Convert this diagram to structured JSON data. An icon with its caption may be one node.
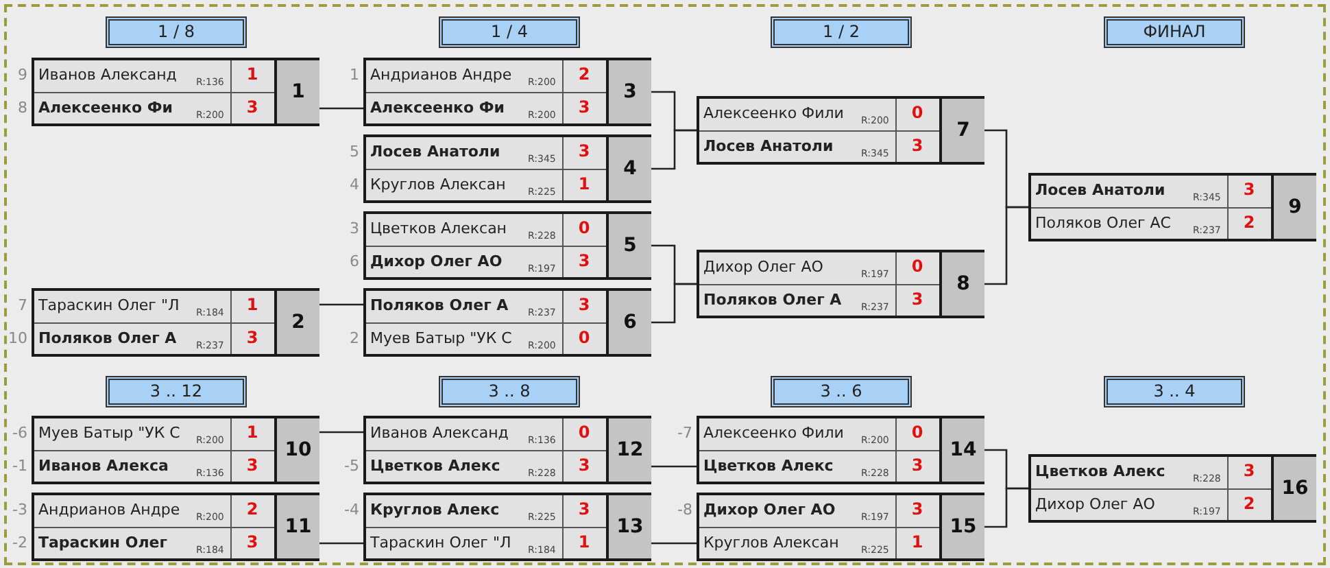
{
  "diagram": {
    "nodes": [
      {
        "text": [
          "1 / 8"
        ]
      },
      {
        "text": [
          "1 / 4"
        ]
      },
      {
        "text": [
          "1 / 2"
        ]
      },
      {
        "text": [
          "ФИНАЛ"
        ]
      },
      {
        "text": [
          "Иванов Александ",
          "R:136",
          "1",
          "Алексеенко Фи",
          "R:200",
          "3",
          "1"
        ],
        "beside": [
          "9",
          "8"
        ]
      },
      {
        "text": [
          "Тараскин Олег \"Л",
          "R:184",
          "1",
          "Поляков Олег А",
          "R:237",
          "3",
          "2"
        ],
        "beside": [
          "7",
          "10"
        ]
      },
      {
        "text": [
          "Андрианов Андре",
          "R:200",
          "2",
          "Алексеенко Фи",
          "R:200",
          "3",
          "3"
        ],
        "beside": [
          "1"
        ]
      },
      {
        "text": [
          "Лосев Анатоли",
          "R:345",
          "3",
          "Круглов Алексан",
          "R:225",
          "1",
          "4"
        ],
        "beside": [
          "5",
          "4"
        ]
      },
      {
        "text": [
          "Цветков Алексан",
          "R:228",
          "0",
          "Дихор Олег АО",
          "R:197",
          "3",
          "5"
        ],
        "beside": [
          "3",
          "6"
        ]
      },
      {
        "text": [
          "Поляков Олег А",
          "R:237",
          "3",
          "Муев Батыр \"УК С",
          "R:200",
          "0",
          "6"
        ],
        "beside": [
          "2"
        ]
      },
      {
        "text": [
          "Алексеенко Фили",
          "R:200",
          "0",
          "Лосев Анатоли",
          "R:345",
          "3",
          "7"
        ]
      },
      {
        "text": [
          "Дихор Олег АО",
          "R:197",
          "0",
          "Поляков Олег А",
          "R:237",
          "3",
          "8"
        ]
      },
      {
        "text": [
          "Лосев Анатоли",
          "R:345",
          "3",
          "Поляков Олег АС",
          "R:237",
          "2",
          "9"
        ]
      },
      {
        "text": [
          "3 .. 12"
        ]
      },
      {
        "text": [
          "3 .. 8"
        ]
      },
      {
        "text": [
          "3 .. 6"
        ]
      },
      {
        "text": [
          "3 .. 4"
        ]
      },
      {
        "text": [
          "Муев Батыр \"УК С",
          "R:200",
          "1",
          "Иванов Алекса",
          "R:136",
          "3",
          "10"
        ],
        "beside": [
          "-6",
          "-1"
        ]
      },
      {
        "text": [
          "Андрианов Андре",
          "R:200",
          "2",
          "Тараскин Олег",
          "R:184",
          "3",
          "11"
        ],
        "beside": [
          "-3",
          "-2"
        ]
      },
      {
        "text": [
          "Иванов Александ",
          "R:136",
          "0",
          "Цветков Алекс",
          "R:228",
          "3",
          "12"
        ],
        "beside": [
          "-5"
        ]
      },
      {
        "text": [
          "Круглов Алекс",
          "R:225",
          "3",
          "Тараскин Олег \"Л",
          "R:184",
          "1",
          "13"
        ],
        "beside": [
          "-4"
        ]
      },
      {
        "text": [
          "Алексеенко Фили",
          "R:200",
          "0",
          "Цветков Алекс",
          "R:228",
          "3",
          "14"
        ],
        "beside": [
          "-7"
        ]
      },
      {
        "text": [
          "Дихор Олег АО",
          "R:197",
          "3",
          "Круглов Алексан",
          "R:225",
          "1",
          "15"
        ],
        "beside": [
          "-8"
        ]
      },
      {
        "text": [
          "Цветков Алекс",
          "R:228",
          "3",
          "Дихор Олег АО",
          "R:197",
          "2",
          "16"
        ]
      }
    ],
    "edges": [
      {
        "from": 4,
        "to": 6,
        "arrow": "none"
      },
      {
        "from": 5,
        "to": 9,
        "arrow": "none"
      },
      {
        "from": 6,
        "to": 10,
        "arrow": "none"
      },
      {
        "from": 7,
        "to": 10,
        "arrow": "none"
      },
      {
        "from": 8,
        "to": 11,
        "arrow": "none"
      },
      {
        "from": 9,
        "to": 11,
        "arrow": "none"
      },
      {
        "from": 10,
        "to": 12,
        "arrow": "none"
      },
      {
        "from": 11,
        "to": 12,
        "arrow": "none"
      },
      {
        "from": 17,
        "to": 19,
        "arrow": "none"
      },
      {
        "from": 18,
        "to": 20,
        "arrow": "none"
      },
      {
        "from": 19,
        "to": 21,
        "arrow": "none"
      },
      {
        "from": 20,
        "to": 22,
        "arrow": "none"
      },
      {
        "from": 21,
        "to": 23,
        "arrow": "none"
      },
      {
        "from": 22,
        "to": 23,
        "arrow": "none"
      }
    ]
  }
}
